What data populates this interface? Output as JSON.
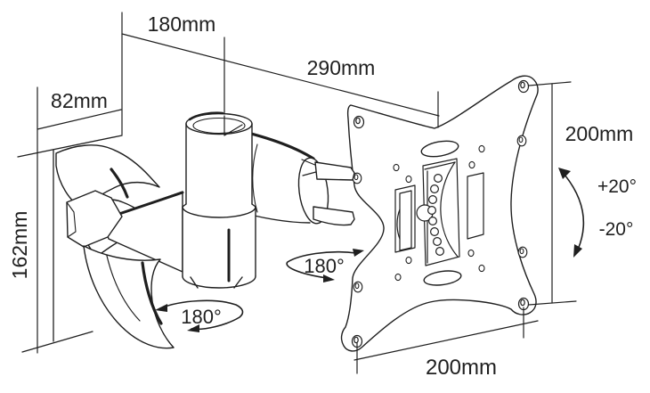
{
  "diagram": {
    "type": "technical-drawing",
    "subject": "articulating-tv-wall-mount-arm",
    "background": "#ffffff",
    "line_color": "#1f1f1f",
    "labels": {
      "top_offset": "180mm",
      "reach": "290mm",
      "wall_plate_depth": "82mm",
      "wall_plate_height": "162mm",
      "vesa_vertical": "200mm",
      "vesa_horizontal": "200mm",
      "tilt_up": "+20°",
      "tilt_down": "-20°",
      "swivel_joint": "180°",
      "swivel_plate": "180°"
    }
  }
}
